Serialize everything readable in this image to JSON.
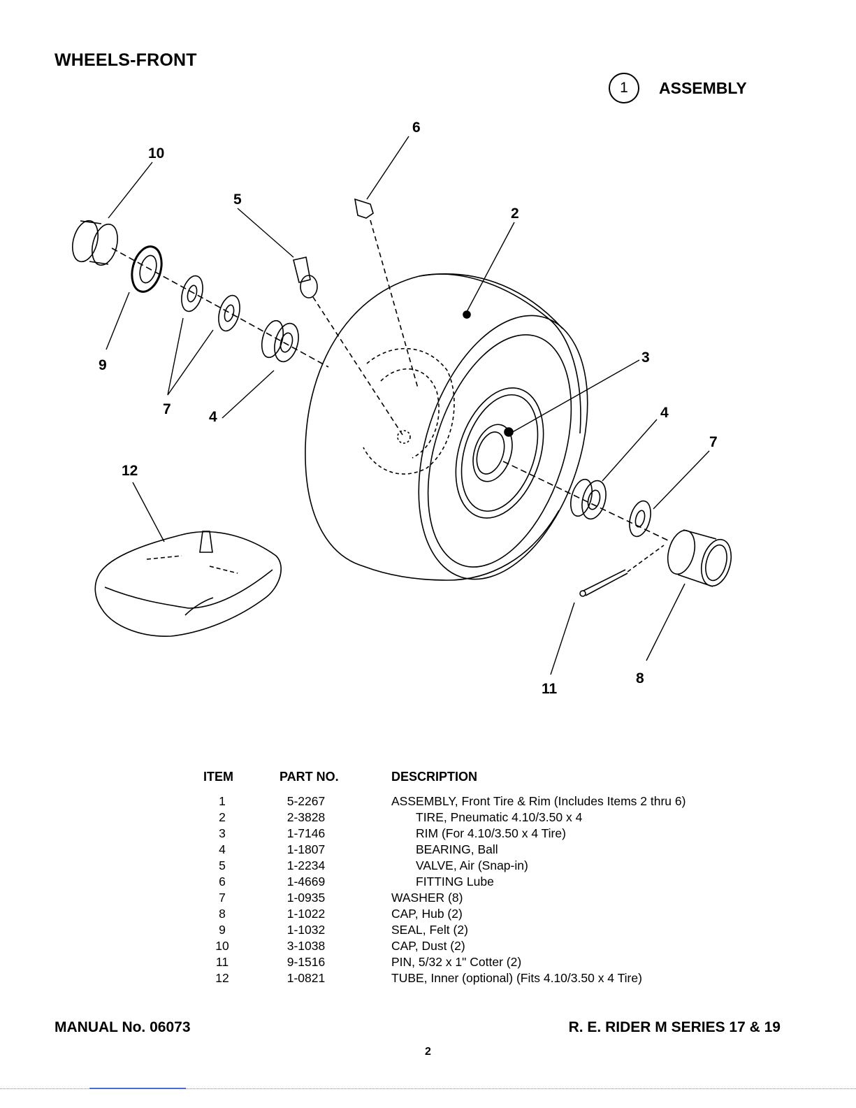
{
  "header": {
    "title": "WHEELS-FRONT",
    "assembly_number": "1",
    "assembly_label": "ASSEMBLY"
  },
  "diagram": {
    "callouts": [
      "1",
      "2",
      "3",
      "4",
      "4",
      "5",
      "6",
      "7",
      "7",
      "8",
      "9",
      "10",
      "11",
      "12"
    ]
  },
  "parts_table": {
    "headers": {
      "item": "ITEM",
      "part_no": "PART NO.",
      "description": "DESCRIPTION"
    },
    "rows": [
      {
        "item": "1",
        "part_no": "5-2267",
        "description": "ASSEMBLY, Front Tire & Rim (Includes Items 2 thru 6)",
        "indent": false
      },
      {
        "item": "2",
        "part_no": "2-3828",
        "description": "TIRE, Pneumatic 4.10/3.50 x 4",
        "indent": true
      },
      {
        "item": "3",
        "part_no": "1-7146",
        "description": "RIM (For 4.10/3.50 x 4 Tire)",
        "indent": true
      },
      {
        "item": "4",
        "part_no": "1-1807",
        "description": "BEARING, Ball",
        "indent": true
      },
      {
        "item": "5",
        "part_no": "1-2234",
        "description": "VALVE, Air (Snap-in)",
        "indent": true
      },
      {
        "item": "6",
        "part_no": "1-4669",
        "description": "FITTING Lube",
        "indent": true
      },
      {
        "item": "7",
        "part_no": "1-0935",
        "description": "WASHER (8)",
        "indent": false
      },
      {
        "item": "8",
        "part_no": "1-1022",
        "description": "CAP, Hub (2)",
        "indent": false
      },
      {
        "item": "9",
        "part_no": "1-1032",
        "description": "SEAL, Felt (2)",
        "indent": false
      },
      {
        "item": "10",
        "part_no": "3-1038",
        "description": "CAP, Dust (2)",
        "indent": false
      },
      {
        "item": "11",
        "part_no": "9-1516",
        "description": "PIN, 5/32 x 1\" Cotter (2)",
        "indent": false
      },
      {
        "item": "12",
        "part_no": "1-0821",
        "description": "TUBE, Inner (optional) (Fits 4.10/3.50 x 4 Tire)",
        "indent": false
      }
    ]
  },
  "footer": {
    "manual": "MANUAL No. 06073",
    "series": "R. E. RIDER M SERIES 17 & 19",
    "page": "2"
  }
}
